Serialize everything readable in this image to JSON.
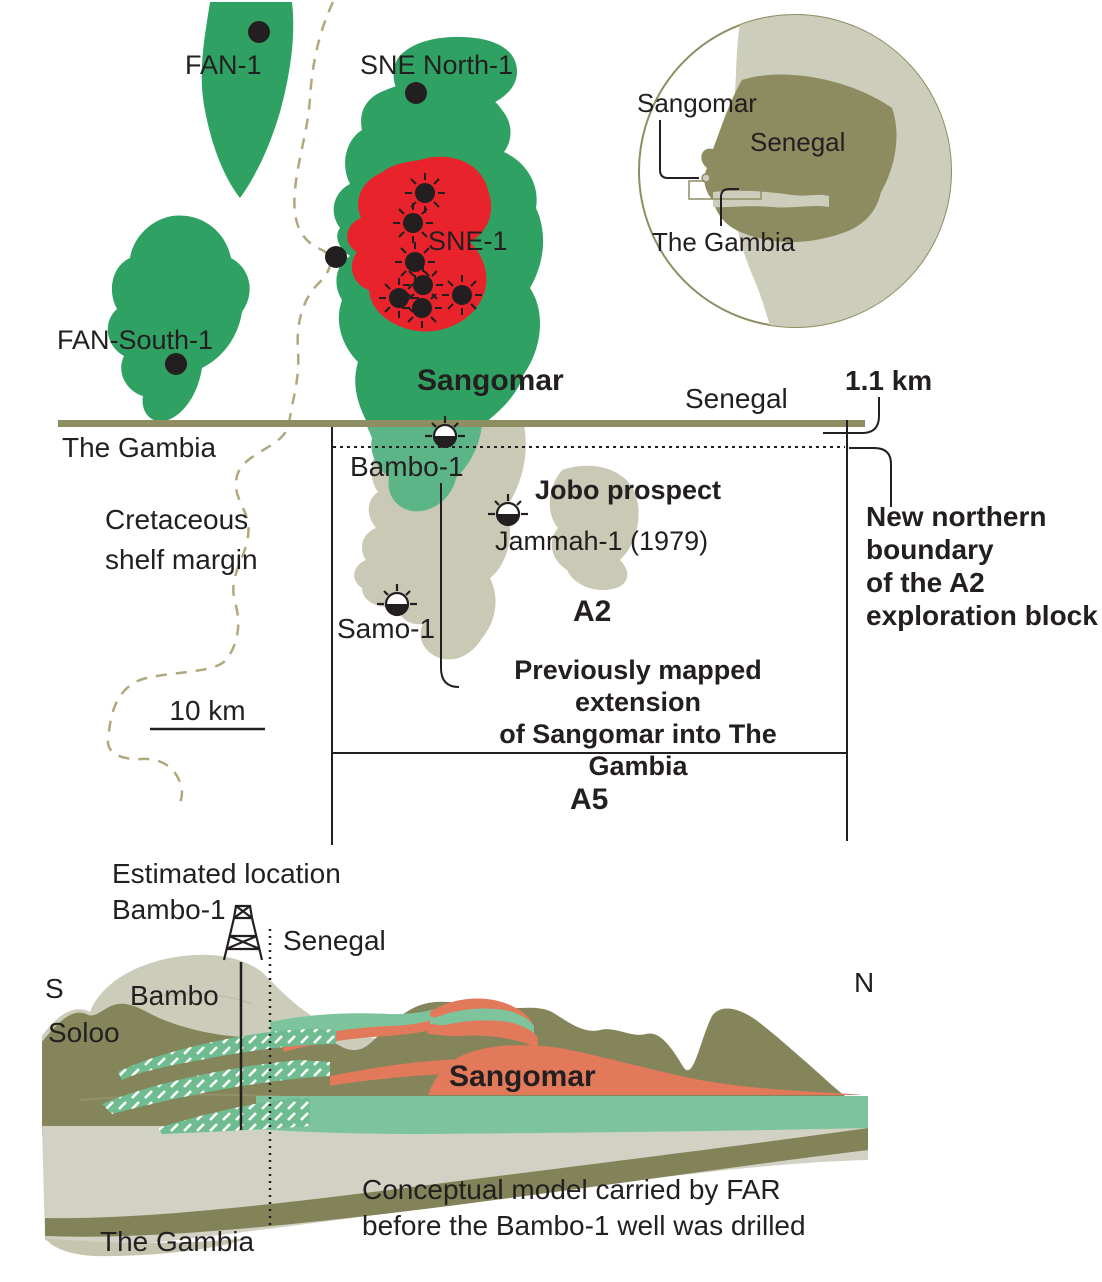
{
  "title": "Sangomar field and A2 exploration block map with Bambo-1 conceptual model",
  "colors": {
    "field_green": "#2fa263",
    "extension_green": "#5bb586",
    "discovery_red": "#e8232b",
    "pale_block": "#c9c9b5",
    "border_olive": "#8e8e62",
    "shelf_dash_tan": "#b2a87e",
    "ink": "#231f20",
    "inset_land_pale": "#cdcdbc",
    "inset_senegal_olive": "#8c8c60",
    "xsec_olive": "#85855c",
    "xsec_beige_hill": "#cbccb9",
    "xsec_pale_base": "#d2d2c4",
    "xsec_green_band": "#7dc49c",
    "xsec_orange": "#e1795a"
  },
  "map": {
    "labels": {
      "fan1": "FAN-1",
      "sne_north1": "SNE North-1",
      "sne1": "SNE-1",
      "fan_south1": "FAN-South-1",
      "sangomar": "Sangomar",
      "senegal": "Senegal",
      "the_gambia": "The Gambia",
      "distance": "1.1 km",
      "bambo1": "Bambo-1",
      "jobo": "Jobo prospect",
      "jammah": "Jammah-1 (1979)",
      "samo1": "Samo-1",
      "block_a2": "A2",
      "block_a5": "A5",
      "cretaceous": "Cretaceous\nshelf margin",
      "scale": "10 km",
      "new_boundary": "New northern\nboundary\nof the A2\nexploration block",
      "prev_extension": "Previously mapped extension\nof Sangomar into The Gambia"
    },
    "wells": [
      {
        "name": "FAN-1",
        "symbol": "well-dot"
      },
      {
        "name": "SNE North-1",
        "symbol": "well-dot"
      },
      {
        "name": "FAN-South-1",
        "symbol": "well-dot"
      },
      {
        "name": "SNE-1",
        "symbol": "oil-well-cluster"
      },
      {
        "name": "Bambo-1",
        "symbol": "oil-show"
      },
      {
        "name": "Jobo prospect / Jammah-1 (1979)",
        "symbol": "oil-show"
      },
      {
        "name": "Samo-1",
        "symbol": "oil-show"
      }
    ]
  },
  "inset": {
    "labels": {
      "sangomar": "Sangomar",
      "senegal": "Senegal",
      "the_gambia": "The Gambia"
    }
  },
  "cross_section": {
    "labels": {
      "estimated_location": "Estimated location\nBambo-1",
      "senegal": "Senegal",
      "south": "S",
      "north": "N",
      "bambo": "Bambo",
      "soloo": "Soloo",
      "sangomar": "Sangomar",
      "the_gambia": "The Gambia",
      "caption": "Conceptual model carried by FAR\nbefore the Bambo-1 well was drilled"
    }
  }
}
